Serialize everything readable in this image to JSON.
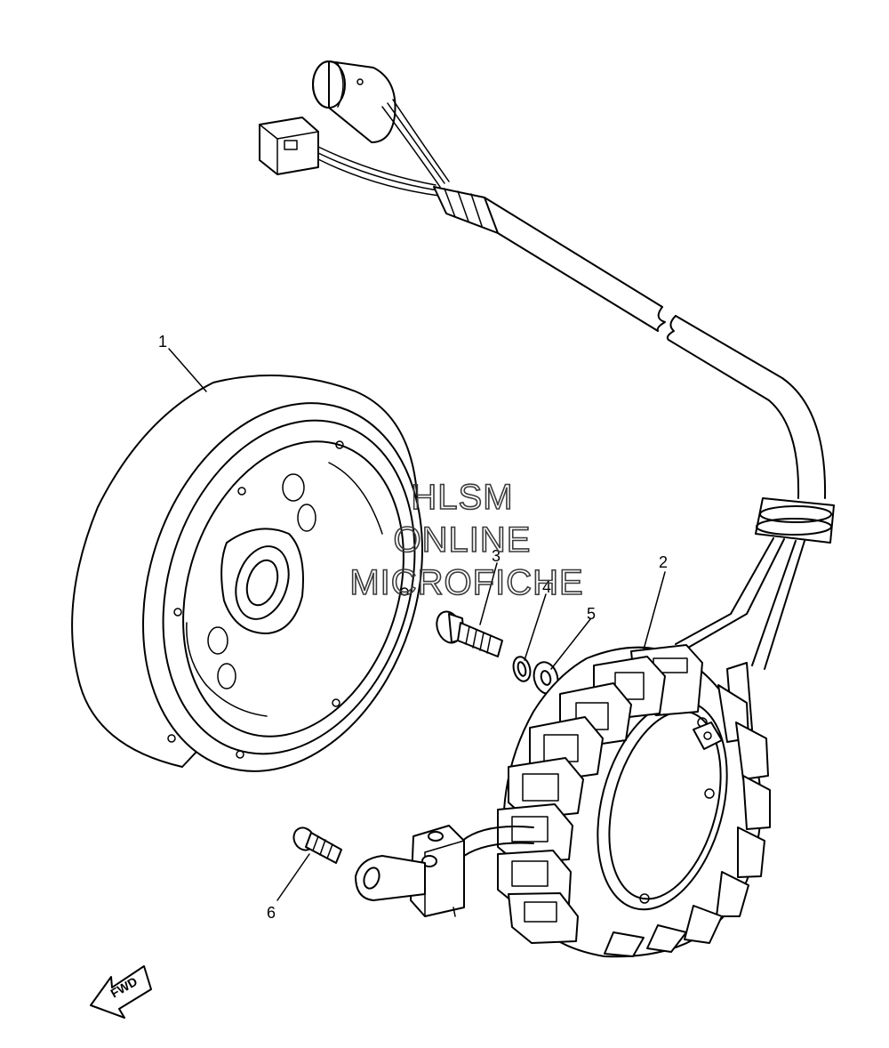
{
  "callouts": [
    {
      "id": "1",
      "label": "1"
    },
    {
      "id": "2",
      "label": "2"
    },
    {
      "id": "3",
      "label": "3"
    },
    {
      "id": "4",
      "label": "4"
    },
    {
      "id": "5",
      "label": "5"
    },
    {
      "id": "6",
      "label": "6"
    }
  ],
  "watermark": {
    "line1": "HLSM",
    "line2": "ONLINE",
    "line3": "MICROFICHE"
  },
  "direction_indicator": {
    "label": "FWD"
  },
  "colors": {
    "line": "#000000",
    "background": "#ffffff",
    "watermark": "#3a3a3a"
  }
}
